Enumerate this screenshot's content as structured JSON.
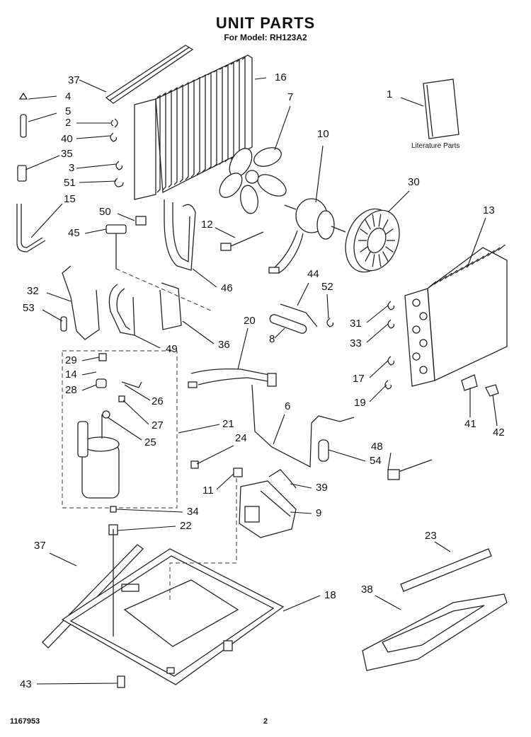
{
  "header": {
    "title": "UNIT PARTS",
    "subtitle": "For Model: RH123A2"
  },
  "literature_label": "Literature Parts",
  "footer": {
    "doc_number": "1167953",
    "page_number": "2"
  },
  "callouts": {
    "c1": "1",
    "c2": "2",
    "c3": "3",
    "c4": "4",
    "c5": "5",
    "c6": "6",
    "c7": "7",
    "c8": "8",
    "c9": "9",
    "c10": "10",
    "c11": "11",
    "c12": "12",
    "c13": "13",
    "c14": "14",
    "c15": "15",
    "c16": "16",
    "c17": "17",
    "c18": "18",
    "c19": "19",
    "c20": "20",
    "c21": "21",
    "c22": "22",
    "c23": "23",
    "c24": "24",
    "c25": "25",
    "c26": "26",
    "c27": "27",
    "c28": "28",
    "c29": "29",
    "c30": "30",
    "c31": "31",
    "c32": "32",
    "c33": "33",
    "c34": "34",
    "c35": "35",
    "c36": "36",
    "c37a": "37",
    "c37b": "37",
    "c38": "38",
    "c39": "39",
    "c40": "40",
    "c41": "41",
    "c42": "42",
    "c43": "43",
    "c44": "44",
    "c45": "45",
    "c46": "46",
    "c48": "48",
    "c49": "49",
    "c50": "50",
    "c51": "51",
    "c52": "52",
    "c53": "53",
    "c54": "54"
  }
}
